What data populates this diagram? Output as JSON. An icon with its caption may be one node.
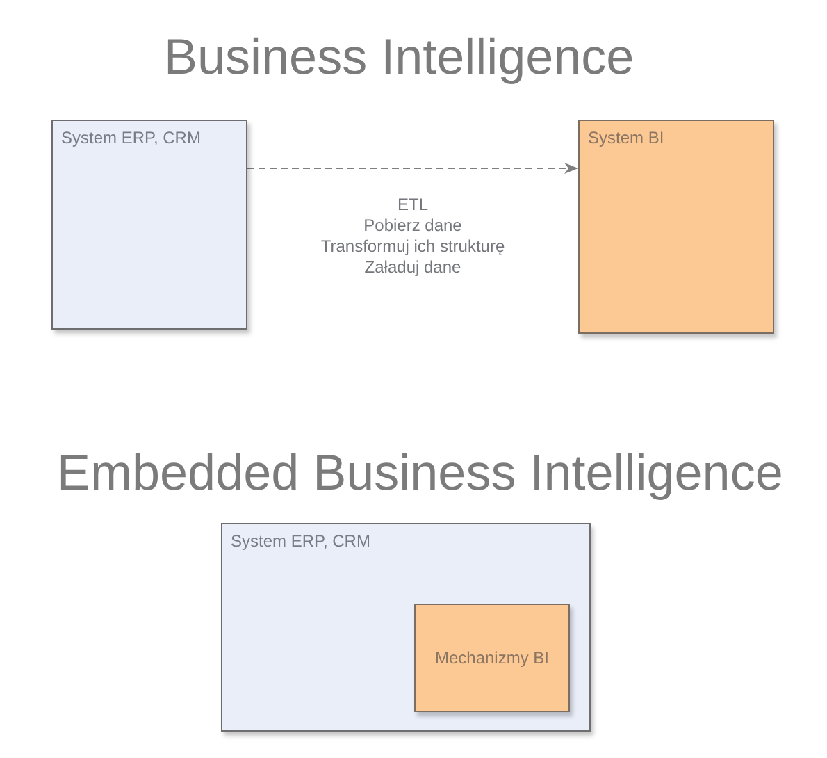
{
  "diagram": {
    "title": "Business Intelligence",
    "nodes": [
      {
        "text": [
          "System ERP, CRM"
        ]
      },
      {
        "text": [
          "System BI"
        ]
      },
      {
        "text": [
          "System ERP, CRM"
        ]
      },
      {
        "text": [
          "Mechanizmy BI"
        ],
        "in": 2
      }
    ],
    "edges": [
      {
        "from": 0,
        "to": 1,
        "arrow": "to",
        "style": "dashed"
      }
    ],
    "labels": [
      "ETL",
      "Pobierz dane",
      "Transformuj ich strukturę",
      "Załaduj dane",
      "Embedded Business Intelligence"
    ]
  }
}
